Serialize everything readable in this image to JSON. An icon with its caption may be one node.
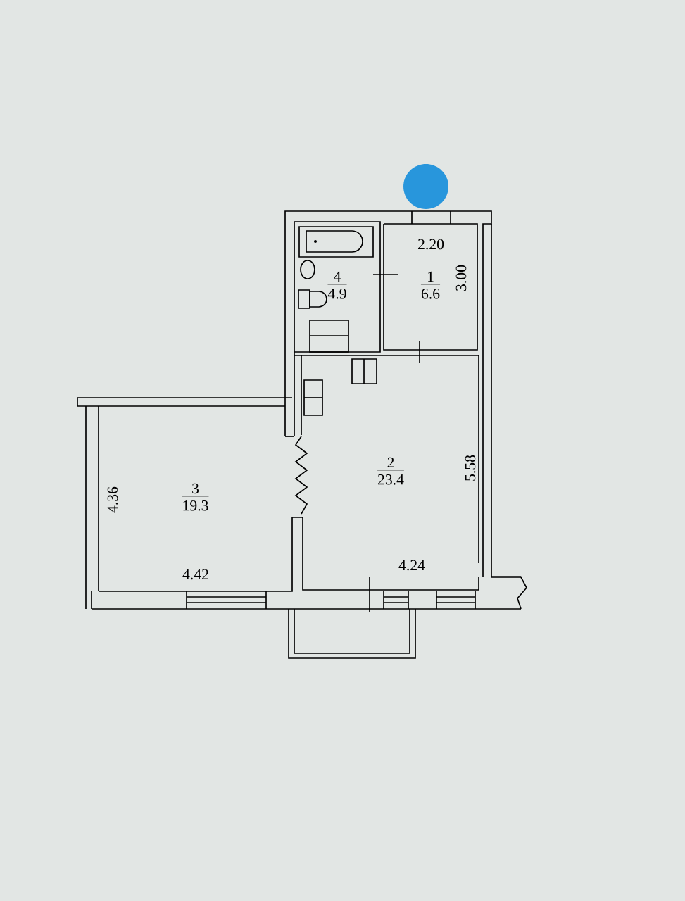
{
  "diagram": {
    "nodes": [
      {
        "text": [
          "4",
          "4.9"
        ]
      },
      {
        "text": [
          "1",
          "6.6"
        ]
      },
      {
        "text": [
          "2",
          "23.4"
        ]
      },
      {
        "text": [
          "3",
          "19.3"
        ]
      }
    ],
    "labels": [
      "2.20",
      "3.00",
      "5.58",
      "4.36",
      "4.42",
      "4.24"
    ]
  }
}
